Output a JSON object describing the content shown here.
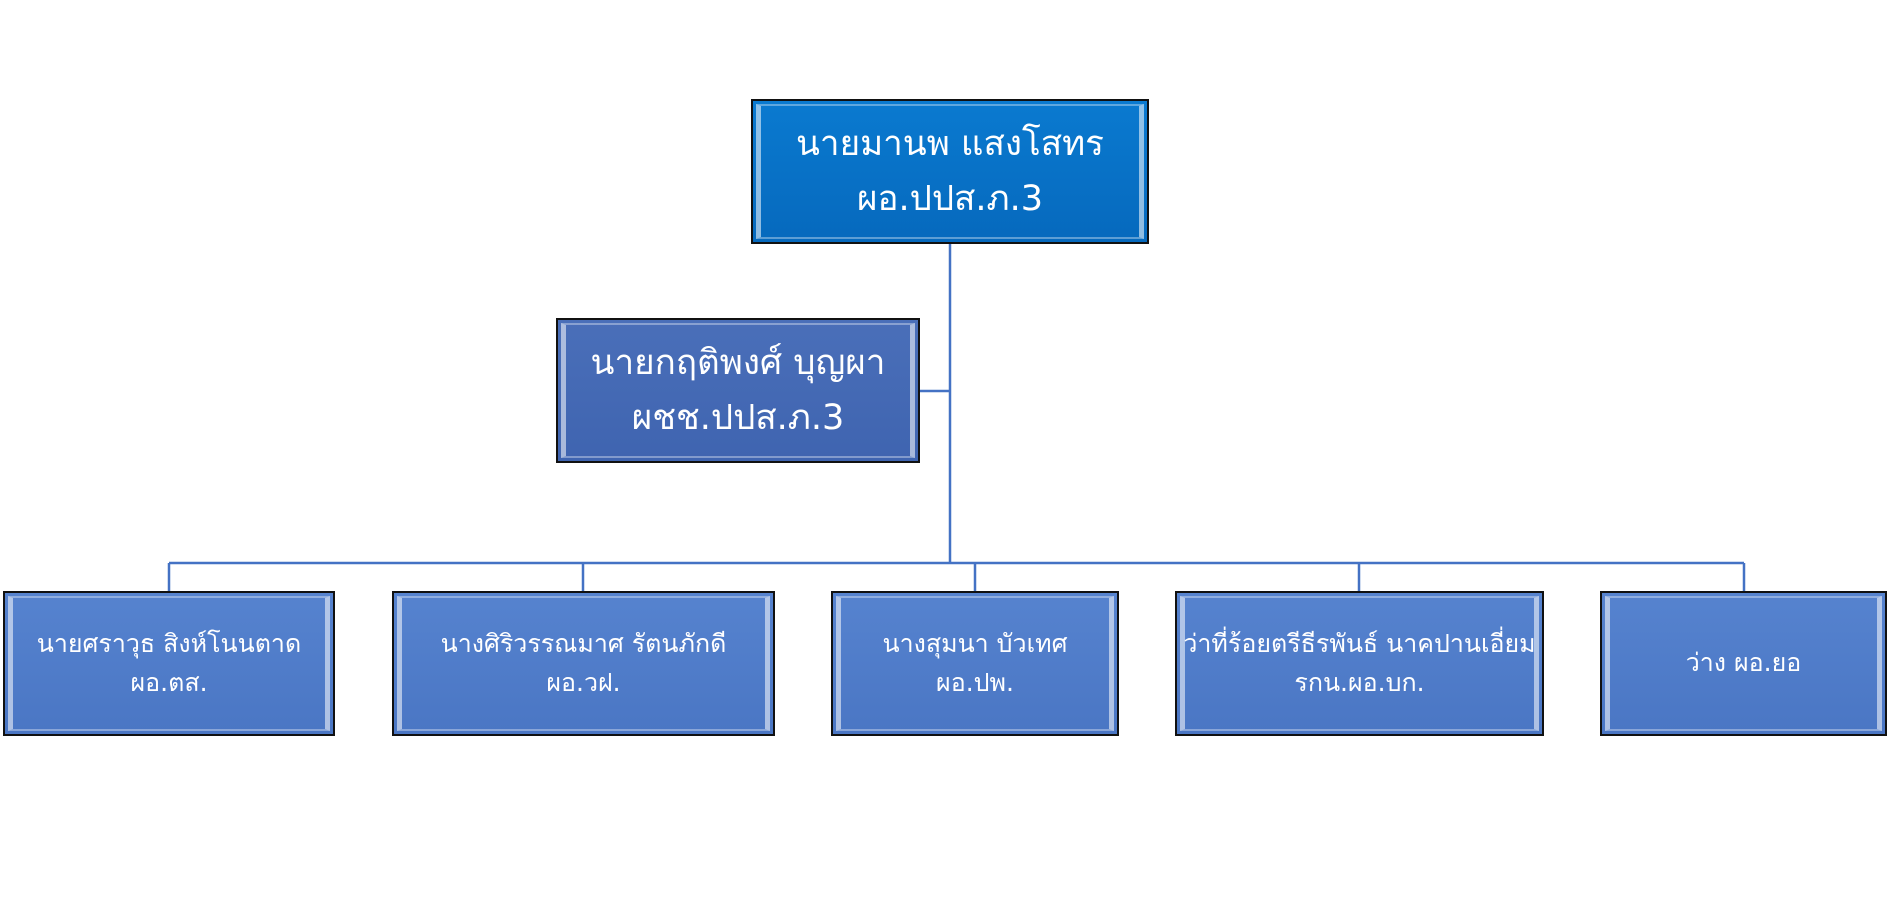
{
  "colors": {
    "director_fill": "#0669bd",
    "deputy_fill": "#3f64b0",
    "sub_fill": "#4a76c4",
    "connector": "#4472c4",
    "border": "#111111",
    "text": "#ffffff"
  },
  "director": {
    "name": "นายมานพ  แสงโสทร",
    "position": "ผอ.ปปส.ภ.3"
  },
  "deputy": {
    "name": "นายกฤติพงศ์ บุญผา",
    "position": "ผชช.ปปส.ภ.3"
  },
  "subordinates": [
    {
      "name": "นายศราวุธ  สิงห์โนนตาด",
      "position": "ผอ.ตส."
    },
    {
      "name": "นางศิริวรรณมาศ รัตนภักดี",
      "position": "ผอ.วฝ."
    },
    {
      "name": "นางสุมนา บัวเทศ",
      "position": "ผอ.ปพ."
    },
    {
      "name": "ว่าที่ร้อยตรีธีรพันธ์ นาคปานเอี่ยม",
      "position": "รกน.ผอ.บก."
    },
    {
      "name": "ว่าง  ผอ.ยอ",
      "position": ""
    }
  ]
}
